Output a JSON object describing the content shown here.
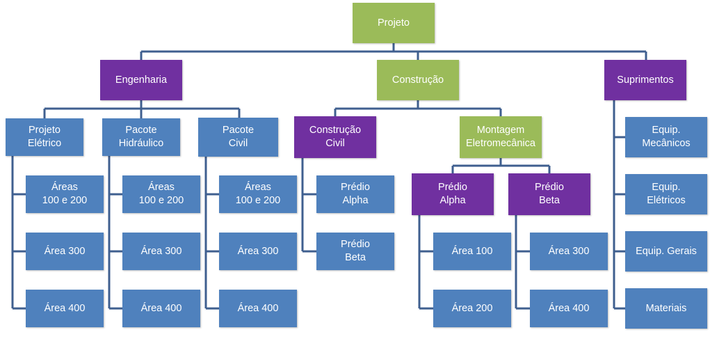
{
  "title": "Estrutura Analítica do Projeto",
  "colors": {
    "green": "#9bbb59",
    "purple": "#7030a0",
    "blue": "#4f81bd",
    "connector": "#3f5f8f"
  },
  "nodes": {
    "root": {
      "label": "Projeto",
      "color": "green"
    },
    "eng": {
      "label": "Engenharia",
      "color": "purple"
    },
    "cons": {
      "label": "Construção",
      "color": "green"
    },
    "sup": {
      "label": "Suprimentos",
      "color": "purple"
    },
    "pe": {
      "label": "Projeto\nElétrico",
      "color": "blue"
    },
    "ph": {
      "label": "Pacote\nHidráulico",
      "color": "blue"
    },
    "pc": {
      "label": "Pacote\nCivil",
      "color": "blue"
    },
    "pe1": {
      "label": "Áreas\n100 e 200",
      "color": "blue"
    },
    "pe2": {
      "label": "Área 300",
      "color": "blue"
    },
    "pe3": {
      "label": "Área 400",
      "color": "blue"
    },
    "ph1": {
      "label": "Áreas\n100 e 200",
      "color": "blue"
    },
    "ph2": {
      "label": "Área 300",
      "color": "blue"
    },
    "ph3": {
      "label": "Área 400",
      "color": "blue"
    },
    "pc1": {
      "label": "Áreas\n100 e 200",
      "color": "blue"
    },
    "pc2": {
      "label": "Área 300",
      "color": "blue"
    },
    "pc3": {
      "label": "Área 400",
      "color": "blue"
    },
    "cc": {
      "label": "Construção\nCivil",
      "color": "purple"
    },
    "cc1": {
      "label": "Prédio\nAlpha",
      "color": "blue"
    },
    "cc2": {
      "label": "Prédio\nBeta",
      "color": "blue"
    },
    "me": {
      "label": "Montagem\nEletromecânica",
      "color": "green"
    },
    "pa": {
      "label": "Prédio\nAlpha",
      "color": "purple"
    },
    "pb": {
      "label": "Prédio\nBeta",
      "color": "purple"
    },
    "pa1": {
      "label": "Área 100",
      "color": "blue"
    },
    "pa2": {
      "label": "Área 200",
      "color": "blue"
    },
    "pb1": {
      "label": "Área 300",
      "color": "blue"
    },
    "pb2": {
      "label": "Área 400",
      "color": "blue"
    },
    "s1": {
      "label": "Equip.\nMecânicos",
      "color": "blue"
    },
    "s2": {
      "label": "Equip.\nElétricos",
      "color": "blue"
    },
    "s3": {
      "label": "Equip. Gerais",
      "color": "blue"
    },
    "s4": {
      "label": "Materiais",
      "color": "blue"
    }
  }
}
